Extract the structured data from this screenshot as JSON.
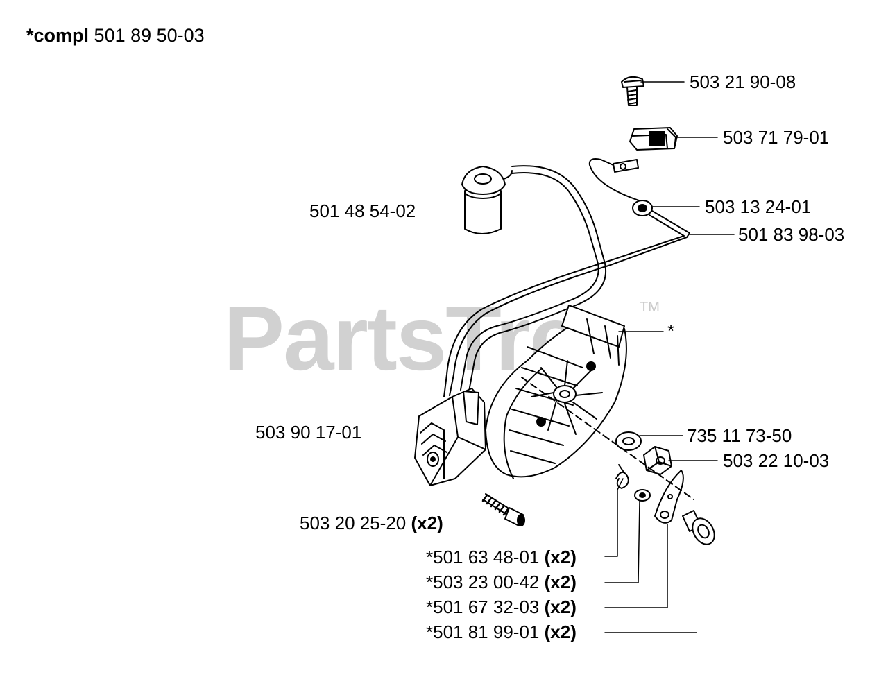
{
  "header": {
    "prefix": "*compl",
    "number": "501 89 50-03"
  },
  "watermark": {
    "brand": "PartsTree",
    "trademark": "TM"
  },
  "parts": {
    "screw_top": "503 21 90-08",
    "switch": "503 71 79-01",
    "grommet": "503 13 24-01",
    "oil_filter": "501 48 54-02",
    "wire": "501 83 98-03",
    "flywheel": "*",
    "ignition_module": "503 90 17-01",
    "washer": "735 11 73-50",
    "nut": "503 22 10-03",
    "module_screw": "503 20 25-20",
    "module_screw_qty": "(x2)",
    "spring": "*501 63 48-01",
    "spring_qty": "(x2)",
    "spring_washer": "*503 23 00-42",
    "spring_washer_qty": "(x2)",
    "pawl": "*501 67 32-03",
    "pawl_qty": "(x2)",
    "pawl_pin": "*501 81 99-01",
    "pawl_pin_qty": "(x2)"
  }
}
